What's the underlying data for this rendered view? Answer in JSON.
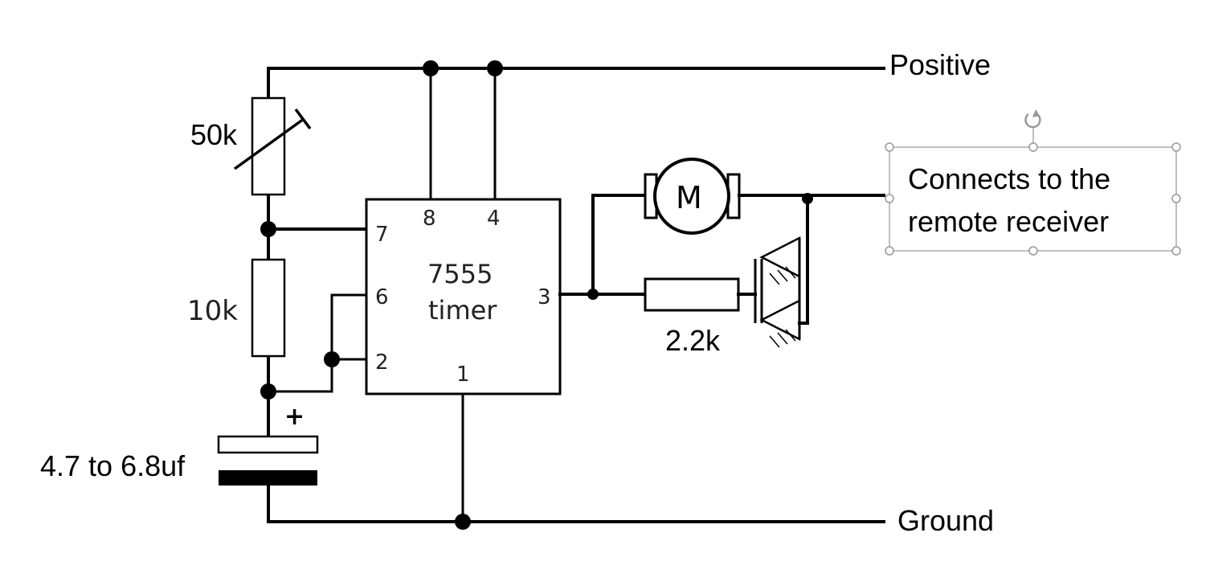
{
  "labels": {
    "positive": "Positive",
    "ground": "Ground",
    "receiver_line1": "Connects to the",
    "receiver_line2": "remote receiver",
    "pot": "50k",
    "resistor_10k": "10k",
    "resistor_2k2": "2.2k",
    "capacitor": "4.7 to 6.8uf",
    "cap_polarity": "+",
    "motor": "M",
    "ic_line1": "7555",
    "ic_line2": "timer"
  },
  "pins": {
    "p8": "8",
    "p4": "4",
    "p7": "7",
    "p6": "6",
    "p2": "2",
    "p3": "3",
    "p1": "1"
  }
}
